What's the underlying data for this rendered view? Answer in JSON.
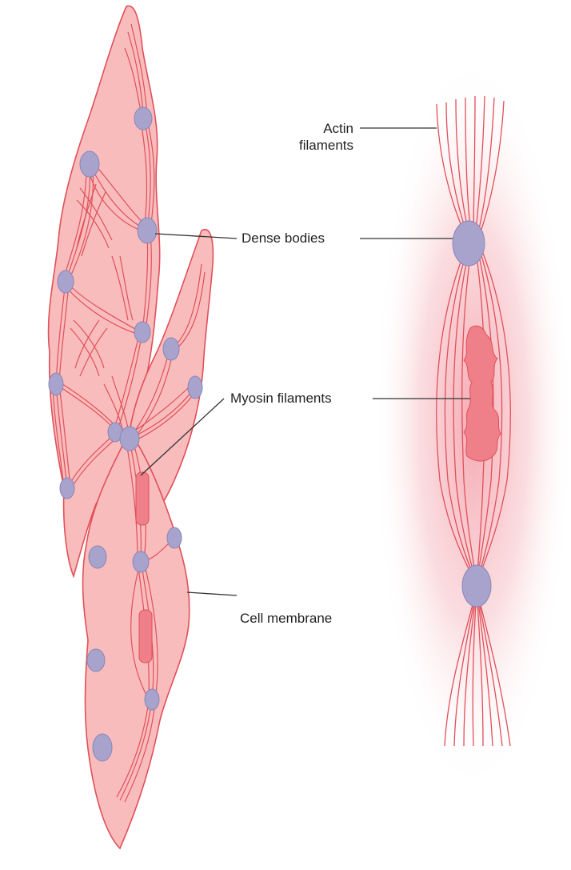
{
  "labels": {
    "actin": [
      "Actin",
      "filaments"
    ],
    "dense_bodies": "Dense bodies",
    "myosin": "Myosin filaments",
    "membrane": "Cell membrane"
  },
  "colors": {
    "cell_fill": "#f8bcbc",
    "cell_outline": "#e0505a",
    "filament": "#e0505a",
    "myosin_fill": "#ef7f88",
    "dense_body": "#a7a3cc",
    "dense_body_edge": "#8a86b8",
    "glow": "#f4a5ae",
    "leader": "#333333"
  }
}
